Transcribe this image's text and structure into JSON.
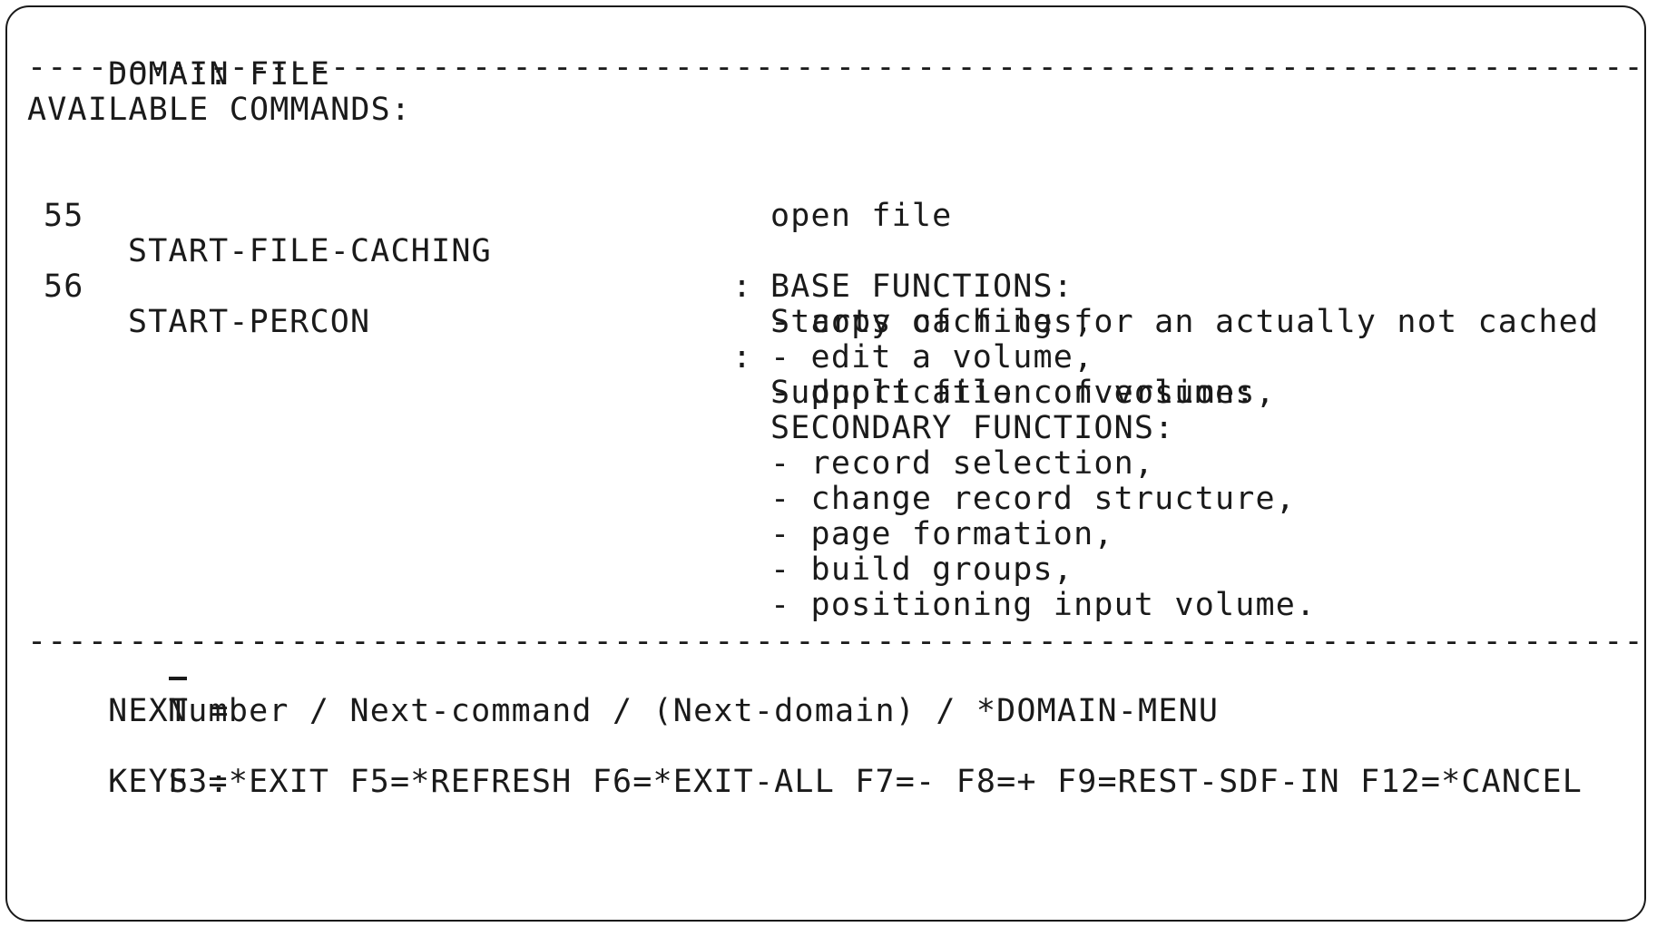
{
  "header": {
    "domain_label": "DOMAIN",
    "domain_sep": ":",
    "domain_value": "FILE"
  },
  "separator": "--------------------------------------------------------------------------------------------------------------------",
  "section_title": "AVAILABLE COMMANDS:",
  "commands": [
    {
      "number": "55",
      "name": "START-FILE-CACHING",
      "colon": ":",
      "description": [
        "Starts caching for an actually not cached",
        "open file"
      ]
    },
    {
      "number": "56",
      "name": "START-PERCON",
      "colon": ":",
      "description": [
        "Support file conversion:",
        "BASE FUNCTIONS:",
        "- copy of files,",
        "- edit a volume,",
        "- duplication of volumes,",
        "SECONDARY FUNCTIONS:",
        "- record selection,",
        "- change record structure,",
        "- page formation,",
        "- build groups,",
        "- positioning input volume."
      ]
    }
  ],
  "footer": {
    "next_label": "NEXT =",
    "next_value": "",
    "next_hint": "Number / Next-command / (Next-domain) / *DOMAIN-MENU",
    "keys_label": "KEYS :",
    "keys": "F3=*EXIT F5=*REFRESH F6=*EXIT-ALL F7=- F8=+ F9=REST-SDF-IN F12=*CANCEL"
  }
}
